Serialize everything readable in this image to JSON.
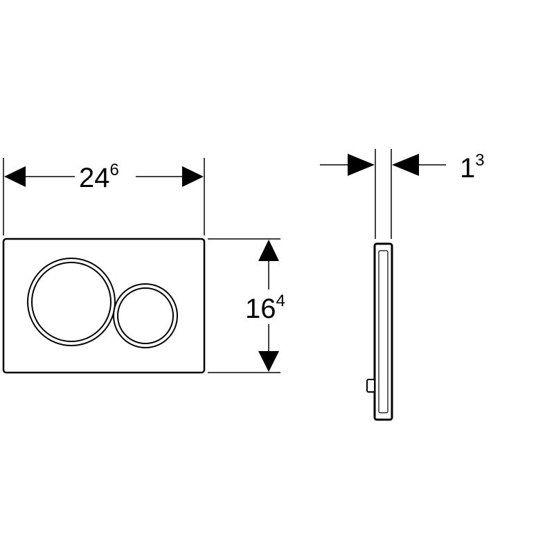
{
  "front_view": {
    "width_label": {
      "main": "24",
      "sup": "6"
    },
    "height_label": {
      "main": "16",
      "sup": "4"
    }
  },
  "side_view": {
    "thickness_label": {
      "main": "1",
      "sup": "3"
    }
  },
  "colors": {
    "line": "#000000",
    "background": "#ffffff"
  }
}
